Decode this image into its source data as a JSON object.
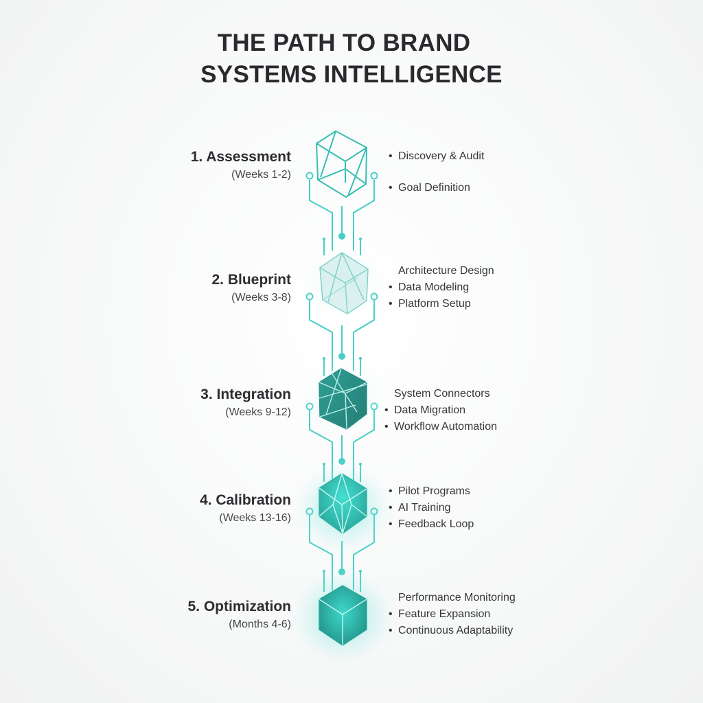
{
  "title": {
    "line1": "THE PATH TO BRAND",
    "line2": "SYSTEMS INTELLIGENCE"
  },
  "colors": {
    "accent": "#3fcfc4",
    "cube_outline": "#36bfb2",
    "cube_dark": "#2a8f86",
    "cube_bright": "#35c9bd",
    "text_dark": "#2d2d31"
  },
  "stages": [
    {
      "name": "1. Assessment",
      "duration": "(Weeks 1-2)",
      "icon": "wireframe-cube-icon",
      "items": [
        {
          "text": "Discovery & Audit",
          "bullet": true
        },
        {
          "text": "Goal Definition",
          "bullet": true
        }
      ]
    },
    {
      "name": "2. Blueprint",
      "duration": "(Weeks 3-8)",
      "icon": "translucent-crystal-icon",
      "items": [
        {
          "text": "Architecture Design",
          "bullet": false
        },
        {
          "text": "Data Modeling",
          "bullet": true
        },
        {
          "text": "Platform Setup",
          "bullet": true
        }
      ]
    },
    {
      "name": "3. Integration",
      "duration": "(Weeks 9-12)",
      "icon": "solid-crystal-icon",
      "items": [
        {
          "text": "System Connectors",
          "bullet": false
        },
        {
          "text": "Data Migration",
          "bullet": true
        },
        {
          "text": "Workflow Automation",
          "bullet": true
        }
      ]
    },
    {
      "name": "4. Calibration",
      "duration": "(Weeks 13-16)",
      "icon": "glowing-gem-icon",
      "items": [
        {
          "text": "Pilot Programs",
          "bullet": true
        },
        {
          "text": "AI Training",
          "bullet": true
        },
        {
          "text": "Feedback Loop",
          "bullet": true
        }
      ]
    },
    {
      "name": "5. Optimization",
      "duration": "(Months 4-6)",
      "icon": "glowing-cube-icon",
      "items": [
        {
          "text": "Performance Monitoring",
          "bullet": false
        },
        {
          "text": "Feature Expansion",
          "bullet": true
        },
        {
          "text": "Continuous Adaptability",
          "bullet": true
        }
      ]
    }
  ],
  "bullet_char": "•"
}
